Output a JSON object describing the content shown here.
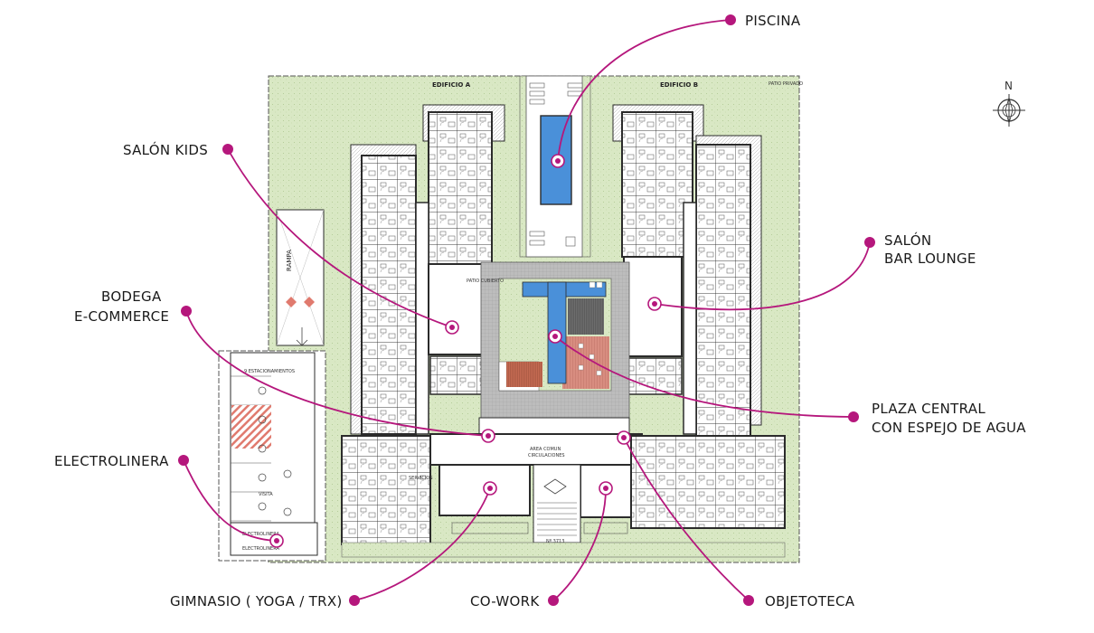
{
  "colors": {
    "accent": "#b5177c",
    "garden": "#d9e8c4",
    "plaza": "#b7b7b7",
    "water": "#4a90d9",
    "deck": "#d88d80",
    "wall": "#2b2b2b"
  },
  "compass": {
    "letter": "N",
    "icon": "north-arrow-icon"
  },
  "buildings": {
    "a": "EDIFICIO A",
    "b": "EDIFICIO B"
  },
  "plan_text": {
    "rampa": "RAMPA",
    "estacionamientos": "9 ESTACIONAMIENTOS",
    "electrolinera_1": "ELECTROLINERA",
    "electrolinera_2": "ELECTROLINERA",
    "area_comun": "AREA COMUN",
    "circulaciones": "CIRCULACIONES",
    "numero": "Nº 3713",
    "servicios": "SERVICIOS",
    "patio_privado": "PATIO PRIVADO",
    "patio_cubierto": "PATIO CUBIERTO",
    "visita": "VISITA"
  },
  "labels": [
    {
      "id": "piscina",
      "lines": [
        "PISCINA"
      ]
    },
    {
      "id": "salon-kids",
      "lines": [
        "SALÓN KIDS"
      ]
    },
    {
      "id": "salon-bar-lounge",
      "lines": [
        "SALÓN",
        "BAR LOUNGE"
      ]
    },
    {
      "id": "bodega-ecommerce",
      "lines": [
        "BODEGA",
        "E-COMMERCE"
      ]
    },
    {
      "id": "plaza-central",
      "lines": [
        "PLAZA CENTRAL",
        "CON ESPEJO DE AGUA"
      ]
    },
    {
      "id": "electrolinera",
      "lines": [
        "ELECTROLINERA"
      ]
    },
    {
      "id": "gimnasio",
      "lines": [
        "GIMNASIO ( YOGA / TRX)"
      ]
    },
    {
      "id": "co-work",
      "lines": [
        "CO-WORK"
      ]
    },
    {
      "id": "objetoteca",
      "lines": [
        "OBJETOTECA"
      ]
    }
  ]
}
